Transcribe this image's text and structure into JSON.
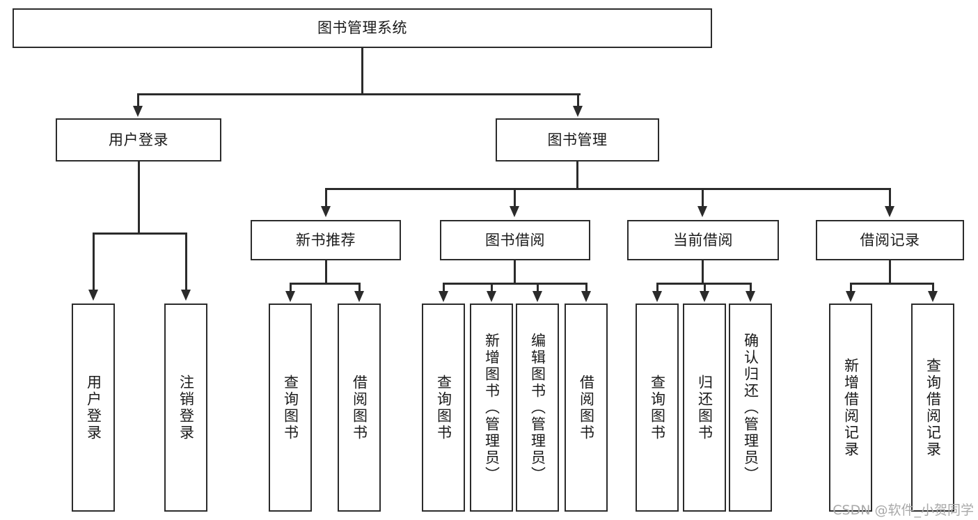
{
  "diagram": {
    "type": "tree-hierarchy",
    "title": "图书管理系统",
    "root": {
      "label": "图书管理系统"
    },
    "level2": [
      {
        "label": "用户登录"
      },
      {
        "label": "图书管理"
      }
    ],
    "level3": [
      {
        "label": "新书推荐"
      },
      {
        "label": "图书借阅"
      },
      {
        "label": "当前借阅"
      },
      {
        "label": "借阅记录"
      }
    ],
    "leaves": {
      "user_login": [
        {
          "label": "用户登录"
        },
        {
          "label": "注销登录"
        }
      ],
      "new_book_recommend": [
        {
          "label": "查询图书"
        },
        {
          "label": "借阅图书"
        }
      ],
      "book_borrow": [
        {
          "label": "查询图书"
        },
        {
          "label": "新增图书（管理员）"
        },
        {
          "label": "编辑图书（管理员）"
        },
        {
          "label": "借阅图书"
        }
      ],
      "current_borrow": [
        {
          "label": "查询图书"
        },
        {
          "label": "归还图书"
        },
        {
          "label": "确认归还（管理员）"
        }
      ],
      "borrow_record": [
        {
          "label": "新增借阅记录"
        },
        {
          "label": "查询借阅记录"
        }
      ]
    }
  },
  "watermark": {
    "text": "CSDN @软件_小贺同学"
  },
  "colors": {
    "stroke": "#2b2b2b",
    "background": "#ffffff",
    "text": "#1a1a1a",
    "watermark": "#a9a9a9"
  }
}
